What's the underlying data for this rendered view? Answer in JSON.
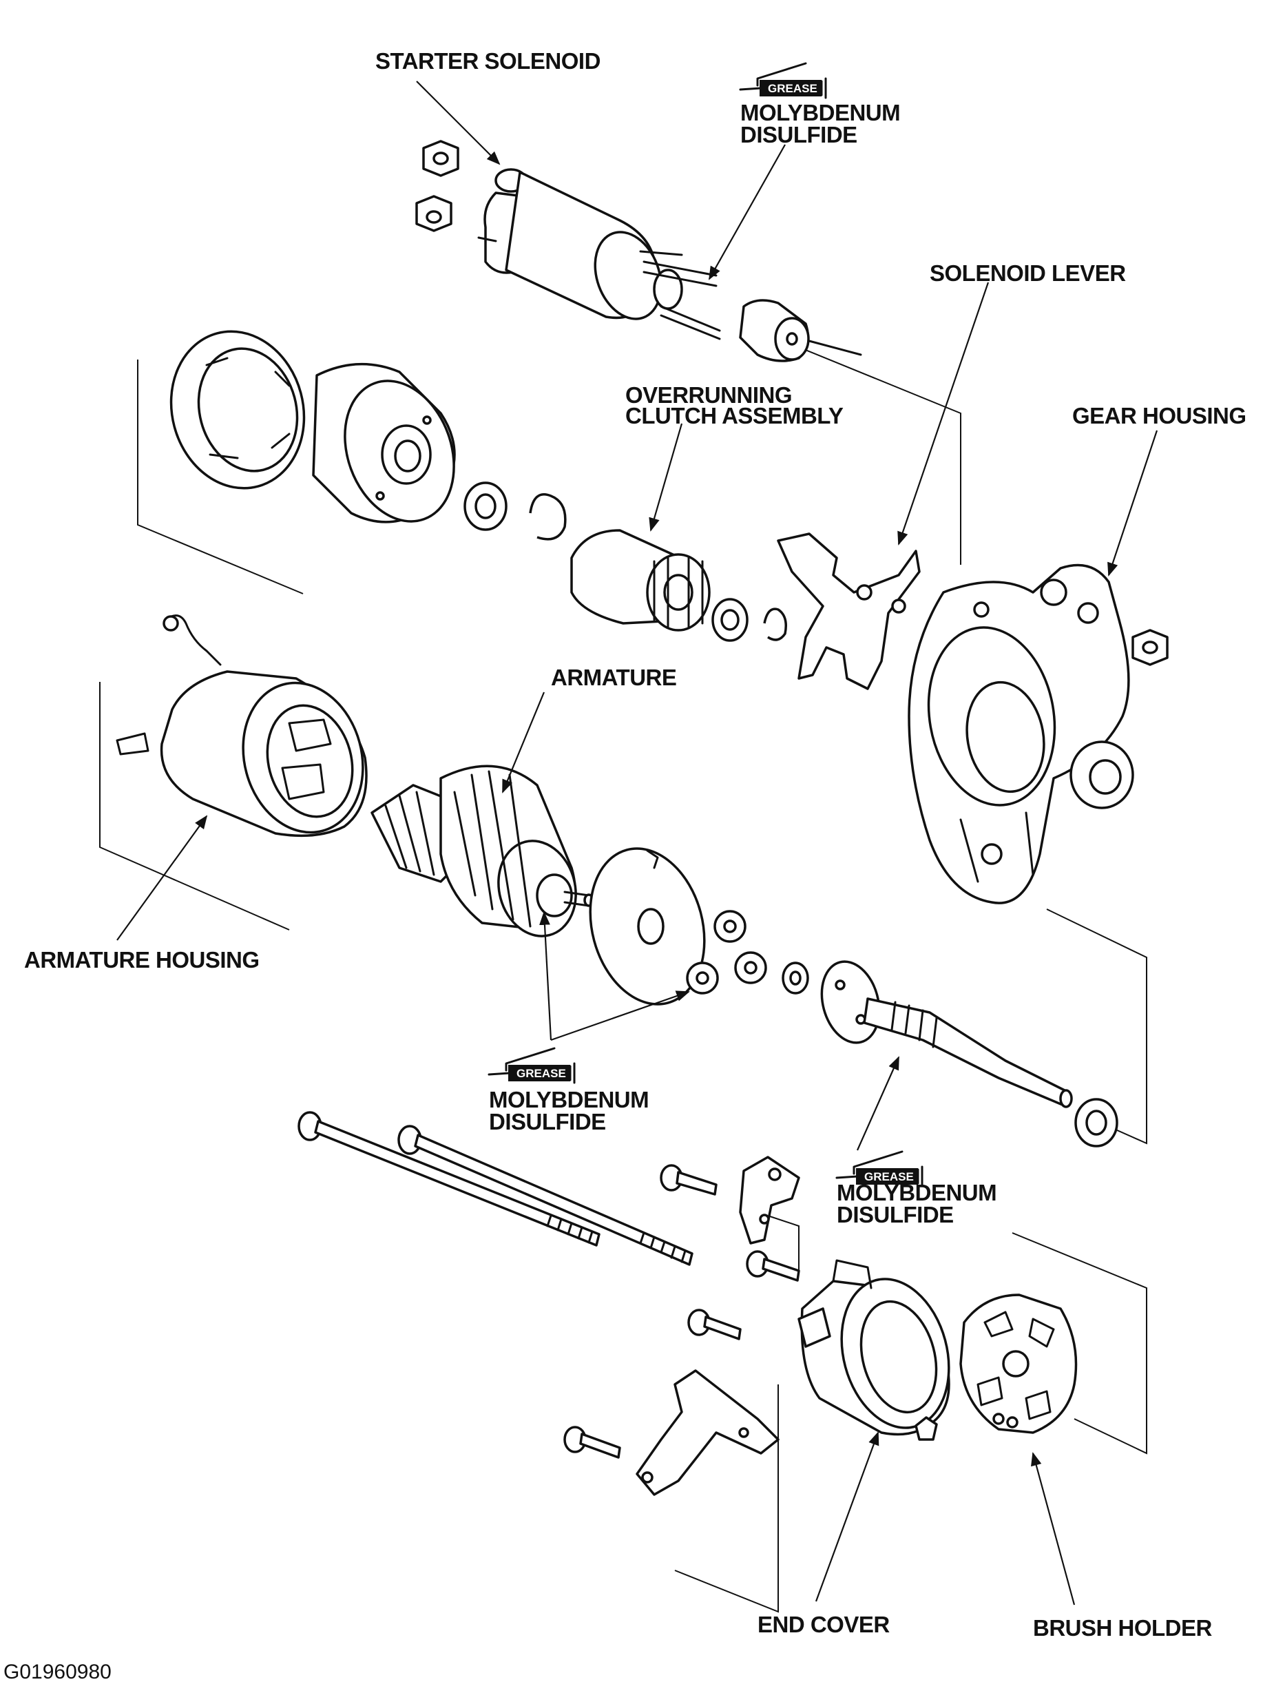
{
  "labels": {
    "starter_solenoid": "STARTER SOLENOID",
    "solenoid_lever": "SOLENOID LEVER",
    "overrunning_clutch_line1": "OVERRUNNING",
    "overrunning_clutch_line2": "CLUTCH ASSEMBLY",
    "gear_housing": "GEAR HOUSING",
    "armature": "ARMATURE",
    "armature_housing": "ARMATURE HOUSING",
    "end_cover": "END COVER",
    "brush_holder": "BRUSH HOLDER"
  },
  "grease_callouts": [
    {
      "badge": "GREASE",
      "line1": "MOLYBDENUM",
      "line2": "DISULFIDE"
    },
    {
      "badge": "GREASE",
      "line1": "MOLYBDENUM",
      "line2": "DISULFIDE"
    },
    {
      "badge": "GREASE",
      "line1": "MOLYBDENUM",
      "line2": "DISULFIDE"
    }
  ],
  "figure_code": "G01960980"
}
